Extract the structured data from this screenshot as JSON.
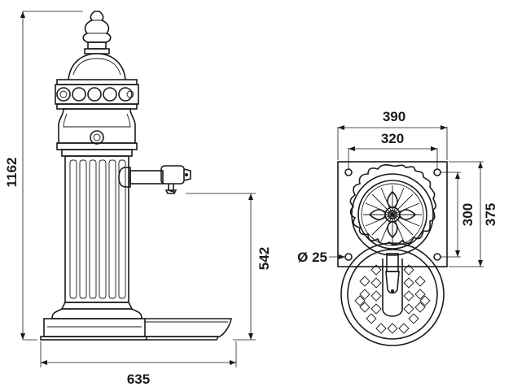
{
  "side_view": {
    "height_label": "1162",
    "spout_height_label": "542",
    "width_label": "635"
  },
  "top_view": {
    "plate_width_label": "390",
    "hole_spacing_width_label": "320",
    "hole_spacing_depth_label": "300",
    "plate_depth_label": "375",
    "hole_diameter_label": "Ø 25"
  }
}
